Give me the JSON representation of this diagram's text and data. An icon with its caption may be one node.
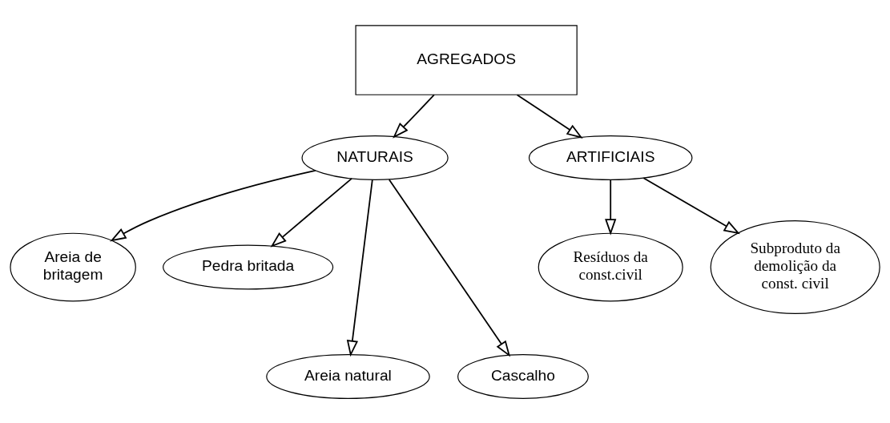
{
  "diagram": {
    "nodes": [
      {
        "text": [
          "AGREGADOS"
        ]
      },
      {
        "text": [
          "NATURAIS"
        ]
      },
      {
        "text": [
          "Areia de britagem"
        ]
      },
      {
        "text": [
          "Pedra britada"
        ]
      },
      {
        "text": [
          "ARTIFICIAIS"
        ]
      },
      {
        "text": [
          "Areia natural"
        ]
      },
      {
        "text": [
          "Cascalho"
        ]
      },
      {
        "text": [
          "Resíduos da const.civil"
        ]
      },
      {
        "text": [
          "Subproduto da demolição da const. civil"
        ]
      }
    ],
    "edges": [
      {
        "from": 0,
        "to": 1,
        "arrow": "to"
      },
      {
        "from": 0,
        "to": 4,
        "arrow": "to"
      },
      {
        "from": 1,
        "to": 2,
        "arrow": "to"
      },
      {
        "from": 1,
        "to": 3,
        "arrow": "to"
      },
      {
        "from": 1,
        "to": 5,
        "arrow": "to"
      },
      {
        "from": 1,
        "to": 6,
        "arrow": "to"
      },
      {
        "from": 4,
        "to": 7,
        "arrow": "to"
      },
      {
        "from": 4,
        "to": 8,
        "arrow": "to"
      }
    ]
  }
}
